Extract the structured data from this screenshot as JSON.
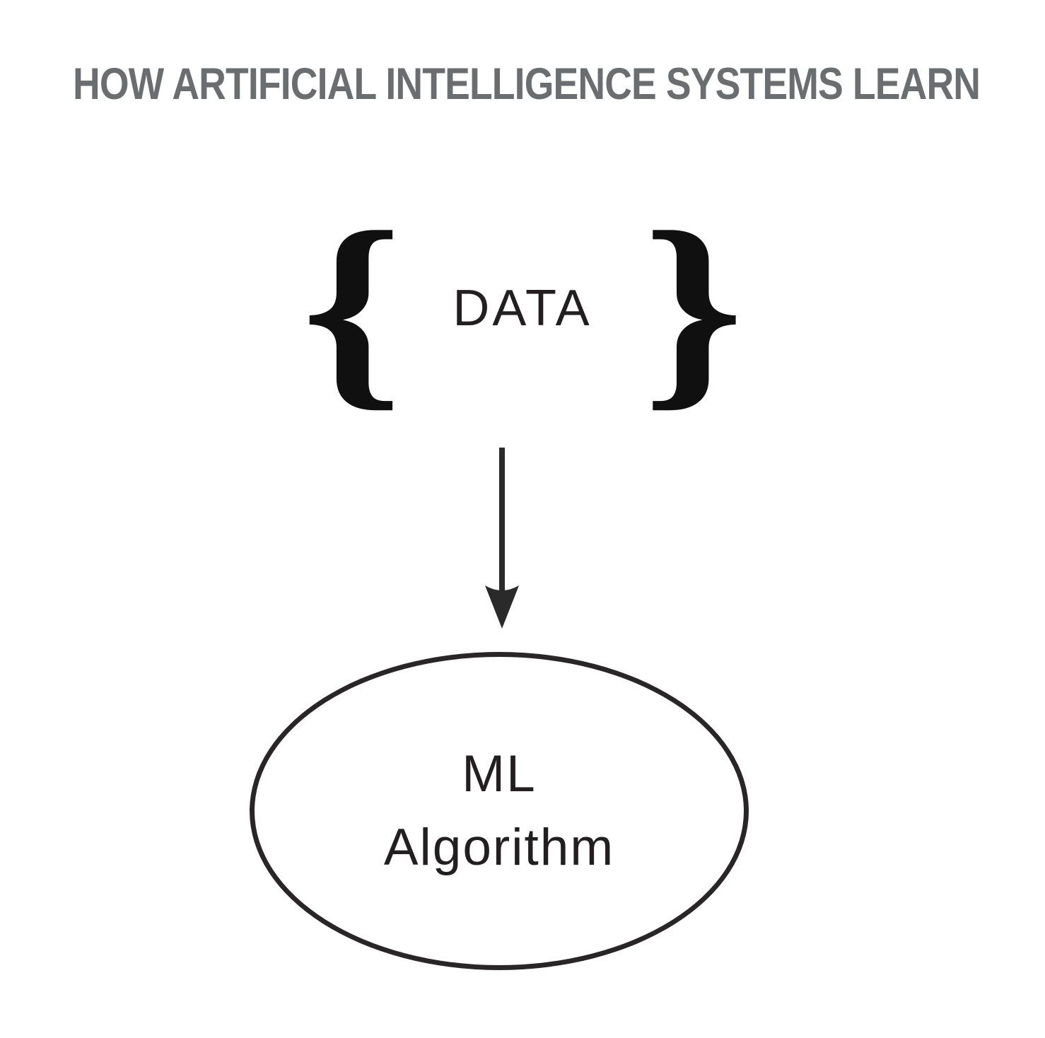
{
  "title": "HOW ARTIFICIAL INTELLIGENCE SYSTEMS LEARN",
  "diagram": {
    "data_group": {
      "left_brace": "{",
      "right_brace": "}",
      "label": "DATA"
    },
    "ml_node": {
      "line1": "ML",
      "line2": "Algorithm"
    }
  },
  "icons": {
    "arrow": "arrow-down"
  },
  "colors": {
    "background": "#ffffff",
    "title_text": "#6b6e71",
    "ink": "#231f20",
    "brace": "#101010"
  }
}
